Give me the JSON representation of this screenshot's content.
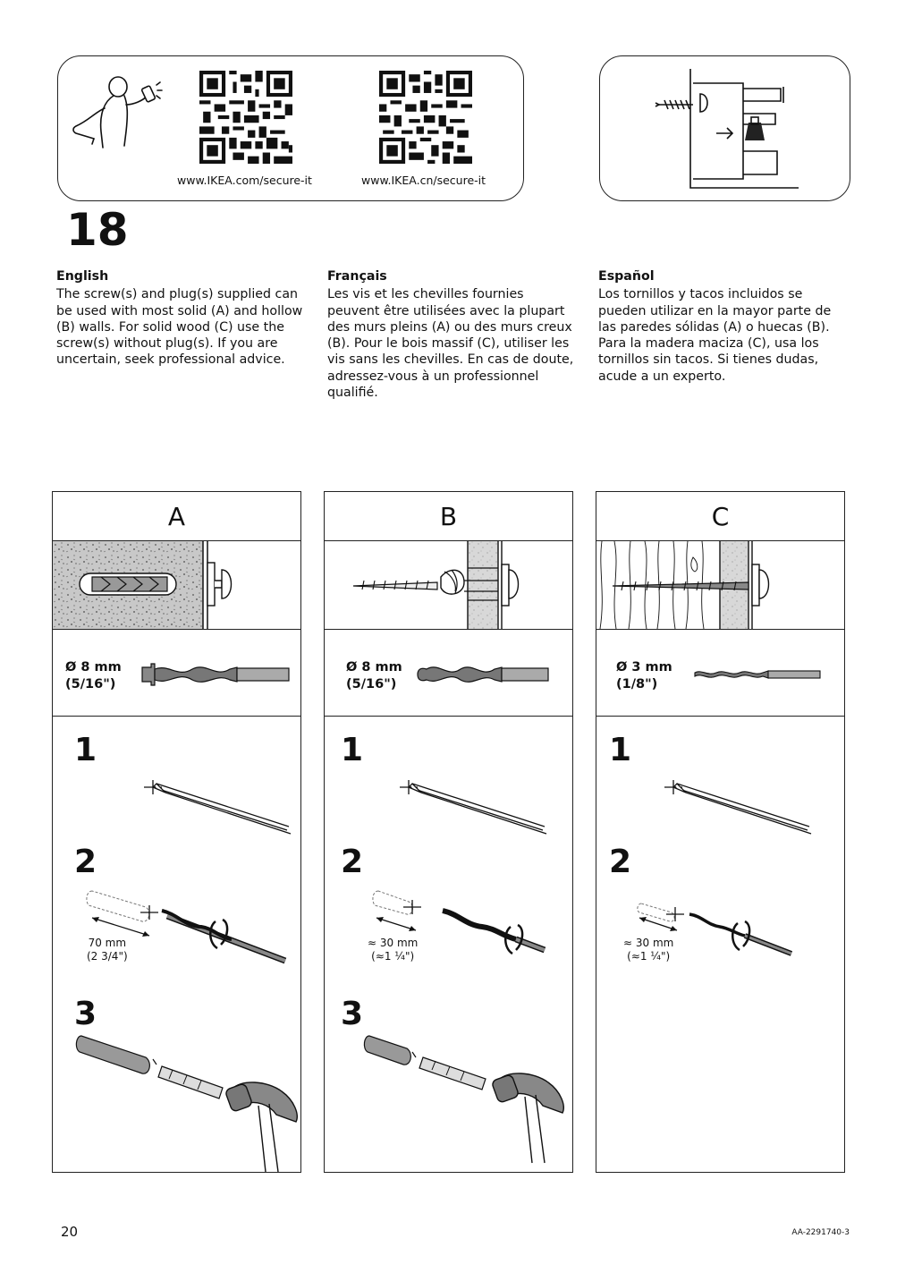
{
  "header": {
    "qr_urls": [
      "www.IKEA.com/secure-it",
      "www.IKEA.cn/secure-it"
    ]
  },
  "step_number": "18",
  "languages": [
    {
      "name": "English",
      "text": "The screw(s) and plug(s) supplied can be used with most solid (A) and hollow (B) walls. For solid wood (C) use the screw(s) without plug(s). If you are uncertain, seek professional advice."
    },
    {
      "name": "Français",
      "text": "Les vis et les chevilles fournies peuvent être utilisées avec la plupart des murs pleins (A) ou des murs creux (B). Pour le bois massif (C), utiliser les vis sans les chevilles. En cas de doute, adressez-vous à un professionnel qualifié."
    },
    {
      "name": "Español",
      "text": "Los tornillos y tacos incluidos se pueden utilizar en la mayor parte de las paredes sólidas (A) o huecas (B). Para la madera maciza (C), usa los tornillos sin tacos. Si tienes dudas, acude a un experto."
    }
  ],
  "panels": [
    {
      "label": "A",
      "drill_size": "Ø 8 mm",
      "drill_size_in": "(5/16\")",
      "steps": [
        "1",
        "2",
        "3"
      ],
      "depth": "70 mm",
      "depth_in": "(2 3/4\")"
    },
    {
      "label": "B",
      "drill_size": "Ø 8 mm",
      "drill_size_in": "(5/16\")",
      "steps": [
        "1",
        "2",
        "3"
      ],
      "depth": "≈ 30 mm",
      "depth_in": "(≈1 ¼\")"
    },
    {
      "label": "C",
      "drill_size": "Ø 3 mm",
      "drill_size_in": "(1/8\")",
      "steps": [
        "1",
        "2"
      ],
      "depth": "≈ 30 mm",
      "depth_in": "(≈1 ¼\")"
    }
  ],
  "footer": {
    "page_number": "20",
    "doc_code": "AA-2291740-3"
  }
}
